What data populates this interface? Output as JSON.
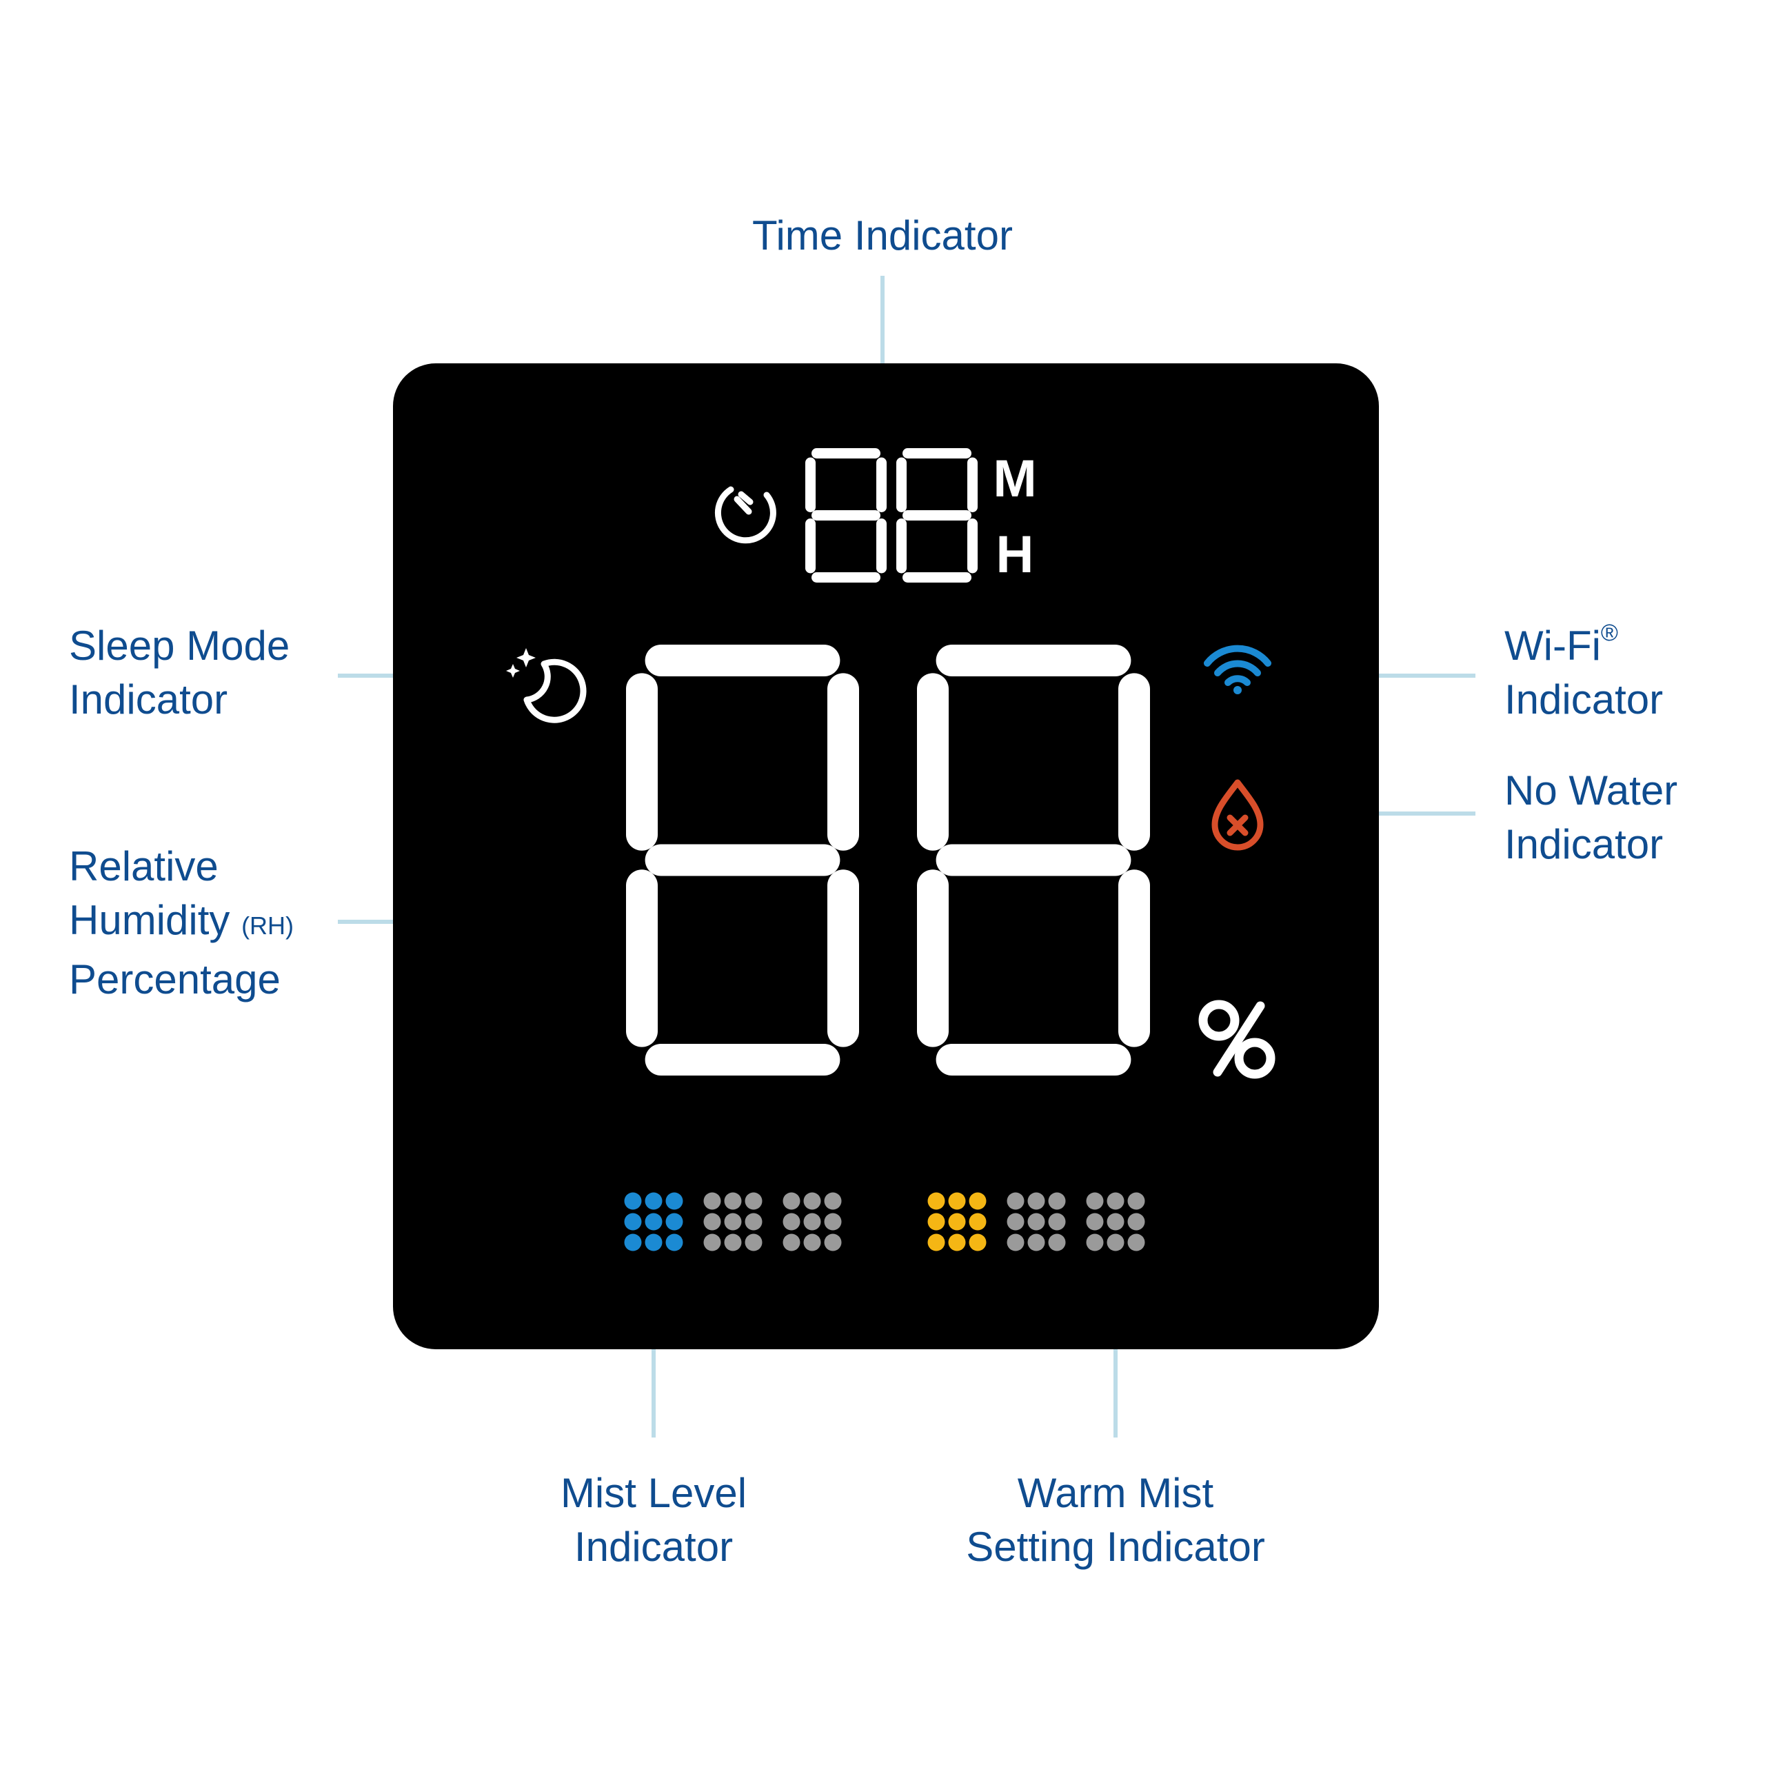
{
  "labels": {
    "time": "Time Indicator",
    "sleep_line1": "Sleep Mode",
    "sleep_line2": "Indicator",
    "wifi_line1": "Wi-Fi",
    "wifi_mark": "®",
    "wifi_line2": "Indicator",
    "nowater_line1": "No Water",
    "nowater_line2": "Indicator",
    "rh_line1": "Relative",
    "rh_line2": "Humidity",
    "rh_abbr": "(RH)",
    "rh_line3": "Percentage",
    "mist_line1": "Mist Level",
    "mist_line2": "Indicator",
    "warm_line1": "Warm Mist",
    "warm_line2": "Setting Indicator"
  },
  "display": {
    "time_digits": "88",
    "unit_minutes": "M",
    "unit_hours": "H",
    "humidity_digits": "88",
    "percent_symbol": "%",
    "mist_level": {
      "active": 1,
      "total": 3
    },
    "warm_mist_level": {
      "active": 1,
      "total": 3
    }
  },
  "icons": [
    "timer-icon",
    "sleep-moon-icon",
    "wifi-icon",
    "no-water-drop-icon"
  ],
  "colors": {
    "label_text": "#0f4c8f",
    "leader_line": "#bcdce8",
    "screen_bg": "#000000",
    "segment": "#ffffff",
    "wifi": "#1b8ad3",
    "no_water": "#d84e2a",
    "mist_active": "#1b8ad3",
    "warm_active": "#f5b614",
    "dot_inactive": "#9a9a9a"
  }
}
